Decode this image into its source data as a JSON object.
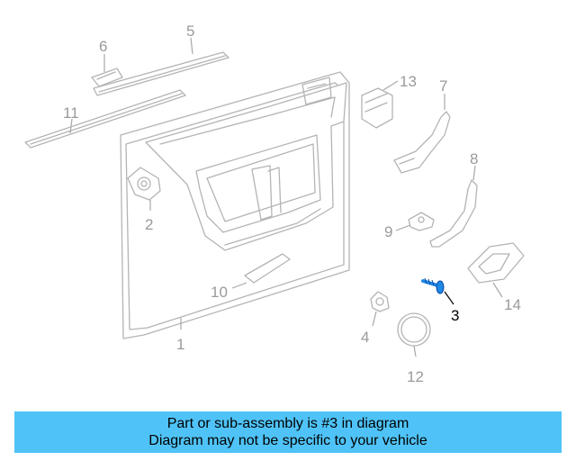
{
  "diagram": {
    "callouts": [
      {
        "id": "1",
        "label": "1"
      },
      {
        "id": "2",
        "label": "2"
      },
      {
        "id": "3",
        "label": "3",
        "highlighted": true
      },
      {
        "id": "4",
        "label": "4"
      },
      {
        "id": "5",
        "label": "5"
      },
      {
        "id": "6",
        "label": "6"
      },
      {
        "id": "7",
        "label": "7"
      },
      {
        "id": "8",
        "label": "8"
      },
      {
        "id": "9",
        "label": "9"
      },
      {
        "id": "10",
        "label": "10"
      },
      {
        "id": "11",
        "label": "11"
      },
      {
        "id": "12",
        "label": "12"
      },
      {
        "id": "13",
        "label": "13"
      },
      {
        "id": "14",
        "label": "14"
      }
    ],
    "highlight_color": "#1e88e5",
    "part_color": "#b4b4b4"
  },
  "banner": {
    "line1": "Part or sub-assembly is #3 in diagram",
    "line2": "Diagram may not be specific to your vehicle",
    "background": "#4fc3f7"
  }
}
